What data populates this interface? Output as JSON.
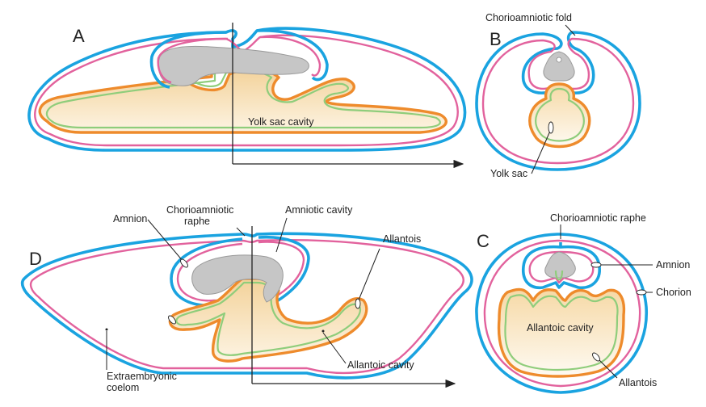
{
  "panels": {
    "a": "A",
    "b": "B",
    "c": "C",
    "d": "D"
  },
  "labels": {
    "yolk_sac_cavity": "Yolk sac cavity",
    "chorioamniotic_fold": "Chorioamniotic fold",
    "yolk_sac": "Yolk sac",
    "amnion": "Amnion",
    "chorioamniotic_raphe_d_line1": "Chorioamniotic",
    "chorioamniotic_raphe_d_line2": "raphe",
    "amniotic_cavity": "Amniotic cavity",
    "allantois": "Allantois",
    "allantoic_cavity": "Allantoic cavity",
    "extraembryonic_line1": "Extraembryonic",
    "extraembryonic_line2": "coelom",
    "chorioamniotic_raphe": "Chorioamniotic raphe",
    "amnion_c": "Amnion",
    "chorion": "Chorion",
    "allantoic_cavity_c": "Allantoic cavity",
    "allantois_c": "Allantois"
  },
  "colors": {
    "chorion_ectoderm": "#1aa3e0",
    "mesoderm": "#e2629d",
    "endoderm_outer": "#ee8b2c",
    "endoderm_inner": "#8fcd7b",
    "yolk_fill": "#f6dcae",
    "embryo": "#c6c6c6"
  }
}
